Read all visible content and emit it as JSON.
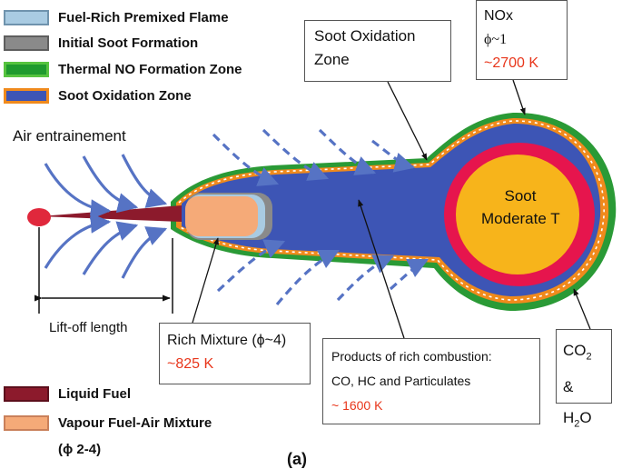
{
  "legend_top": [
    {
      "label": "Fuel-Rich Premixed Flame",
      "fill": "#a9cbe2",
      "stroke": "#6f93ad"
    },
    {
      "label": "Initial Soot Formation",
      "fill": "#8a8a8a",
      "stroke": "#5e5e5e"
    },
    {
      "label": "Thermal NO Formation Zone",
      "fill": "#1f9a2e",
      "stroke": "#56c33f"
    },
    {
      "label": "Soot Oxidation Zone",
      "fill": "#3d55b5",
      "stroke": "#f08a1c"
    }
  ],
  "legend_bottom": [
    {
      "label": "Liquid Fuel",
      "fill": "#8c1a2c",
      "stroke": "#5c0f1c"
    },
    {
      "label": "Vapour Fuel-Air Mixture",
      "fill": "#f5aa78",
      "stroke": "#c9805a"
    }
  ],
  "legend_bottom_note": "(ϕ 2-4)",
  "labels": {
    "air_entrainment": "Air entrainement",
    "liftoff": "Lift-off length",
    "soot_oxidation_box": [
      "Soot Oxidation",
      "Zone"
    ],
    "nox": {
      "line1": "NOx",
      "line2": "ϕ~1",
      "temp": "~2700 K"
    },
    "soot_core": [
      "Soot",
      "Moderate T"
    ],
    "rich_mixture": {
      "title": "Rich Mixture (ϕ~4)",
      "temp": "~825 K"
    },
    "products": {
      "line1": "Products of rich combustion:",
      "line2": "CO, HC and Particulates",
      "temp": "~ 1600 K"
    },
    "co2": {
      "co": "CO",
      "sub2": "2",
      "amp": " &",
      "h": "H",
      "sub2b": "2",
      "o": "O"
    },
    "caption": "(a)"
  },
  "colors": {
    "outer_green": "#2a9a36",
    "orange_band": "#f08a1c",
    "blue_zone": "#3d55b5",
    "red_ring": "#e6154d",
    "core_yellow": "#f7b41b",
    "peach_mixture": "#f5aa78",
    "light_blue_flame": "#a9cbe2",
    "grey_soot": "#8a8a8a",
    "liquid_fuel": "#8c1a2c",
    "nozzle_red": "#e0283c",
    "text_red": "#e8361b",
    "arrow_blue": "#5673c4"
  }
}
